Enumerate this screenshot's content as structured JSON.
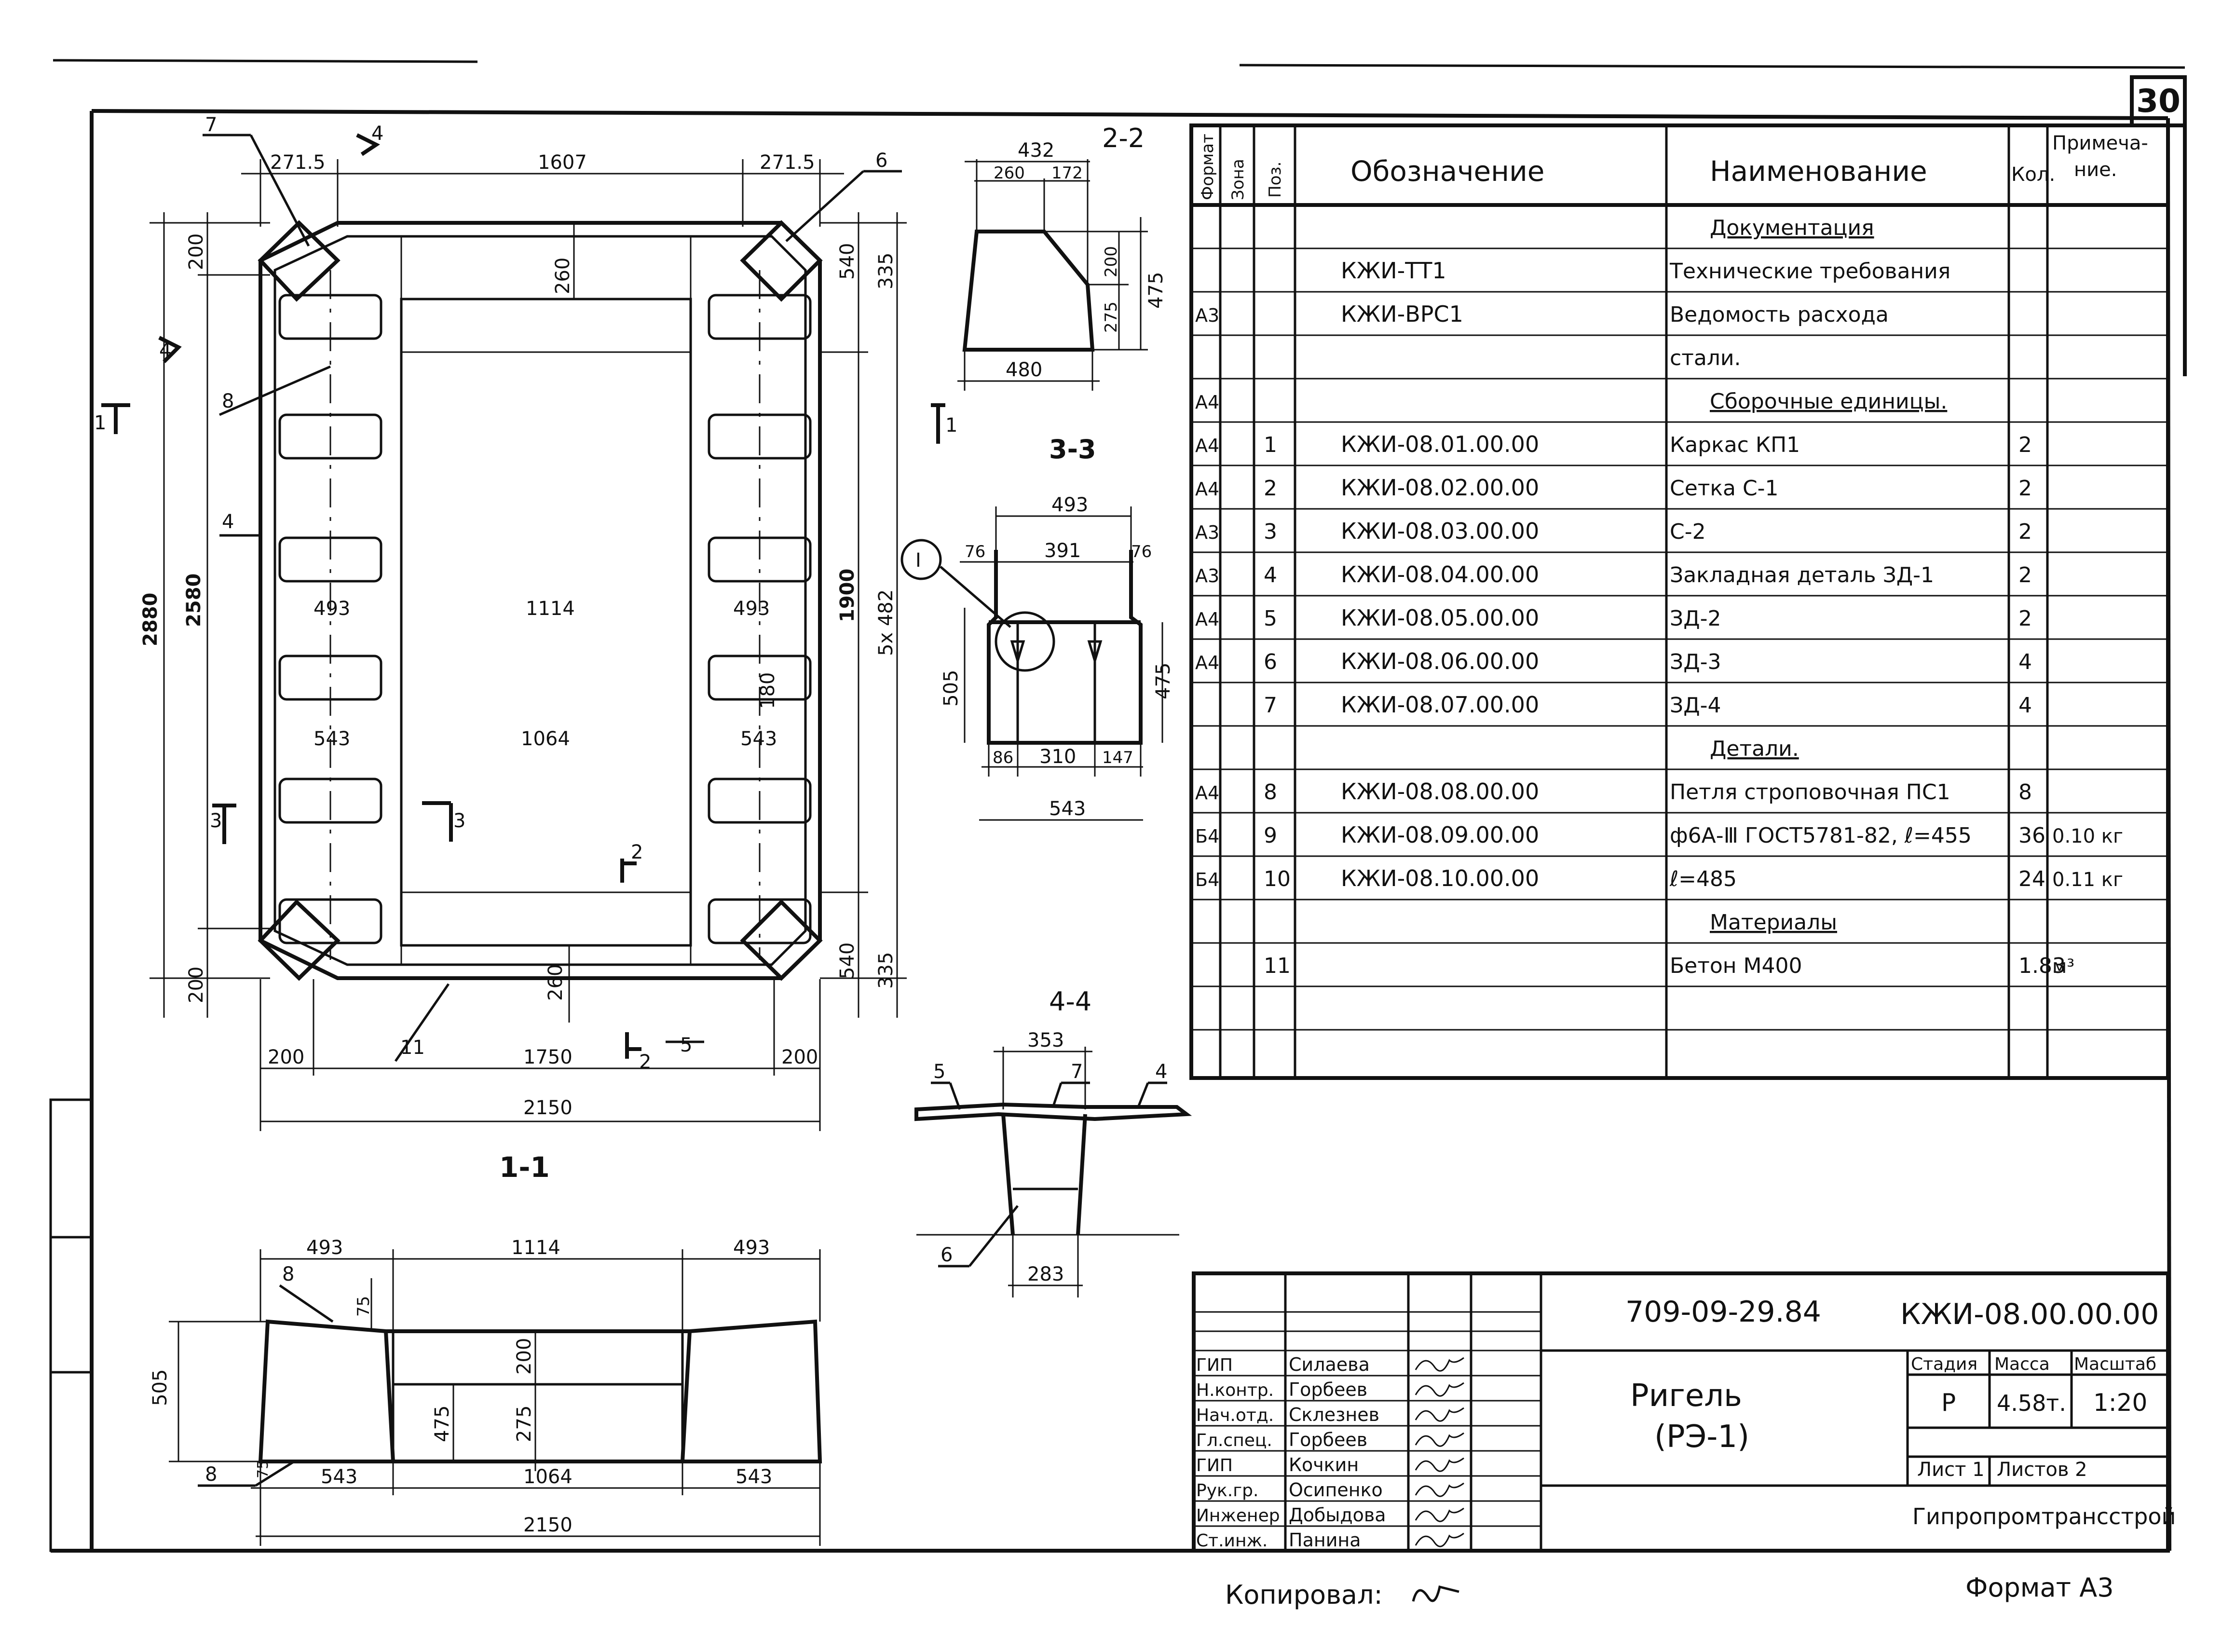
{
  "sheet_number": "30",
  "plan": {
    "dims": [
      "271.5",
      "1607",
      "271.5",
      "200",
      "260",
      "540",
      "335",
      "2880",
      "2580",
      "1900",
      "5x 482",
      "493",
      "1114",
      "493",
      "543",
      "1064",
      "543",
      "180",
      "260",
      "540",
      "335",
      "200",
      "200",
      "1750",
      "200",
      "2150"
    ],
    "positions": [
      "7",
      "6",
      "8",
      "4",
      "11",
      "5"
    ],
    "cut_marks": [
      "4",
      "4",
      "1",
      "1",
      "3",
      "3",
      "2",
      "2"
    ]
  },
  "section_11": {
    "title": "1-1",
    "dims": [
      "493",
      "1114",
      "493",
      "505",
      "75",
      "200",
      "475",
      "275",
      "75",
      "543",
      "1064",
      "543",
      "2150"
    ],
    "positions": [
      "8",
      "8"
    ]
  },
  "section_22": {
    "title": "2-2",
    "dims": [
      "432",
      "260",
      "172",
      "200",
      "475",
      "275",
      "480"
    ]
  },
  "section_33": {
    "title": "3-3",
    "dims": [
      "493",
      "76",
      "391",
      "76",
      "505",
      "475",
      "86",
      "310",
      "147",
      "543"
    ],
    "node": "I"
  },
  "section_44": {
    "title": "4-4",
    "dims": [
      "353",
      "283"
    ],
    "positions": [
      "5",
      "7",
      "4",
      "6"
    ]
  },
  "spec": {
    "headers": [
      "Формат",
      "Зона",
      "Поз.",
      "Обозначение",
      "Наименование",
      "Кол.",
      "Примеча-\nние."
    ],
    "rows": [
      {
        "fmt": "",
        "pos": "",
        "code": "",
        "name": "Документация",
        "qty": "",
        "note": "",
        "section": true
      },
      {
        "fmt": "",
        "pos": "",
        "code": "КЖИ-ТТ1",
        "name": "Технические требования",
        "qty": "",
        "note": ""
      },
      {
        "fmt": "А3",
        "pos": "",
        "code": "КЖИ-ВРС1",
        "name": "Ведомость расхода",
        "qty": "",
        "note": ""
      },
      {
        "fmt": "",
        "pos": "",
        "code": "",
        "name": "стали.",
        "qty": "",
        "note": ""
      },
      {
        "fmt": "А4",
        "pos": "",
        "code": "",
        "name": "Сборочные единицы.",
        "qty": "",
        "note": "",
        "section": true
      },
      {
        "fmt": "А4",
        "pos": "1",
        "code": "КЖИ-08.01.00.00",
        "name": "Каркас КП1",
        "qty": "2",
        "note": ""
      },
      {
        "fmt": "А4",
        "pos": "2",
        "code": "КЖИ-08.02.00.00",
        "name": "Сетка С-1",
        "qty": "2",
        "note": ""
      },
      {
        "fmt": "А3",
        "pos": "3",
        "code": "КЖИ-08.03.00.00",
        "name": "С-2",
        "qty": "2",
        "note": ""
      },
      {
        "fmt": "А3",
        "pos": "4",
        "code": "КЖИ-08.04.00.00",
        "name": "Закладная деталь ЗД-1",
        "qty": "2",
        "note": ""
      },
      {
        "fmt": "А4",
        "pos": "5",
        "code": "КЖИ-08.05.00.00",
        "name": "ЗД-2",
        "qty": "2",
        "note": ""
      },
      {
        "fmt": "А4",
        "pos": "6",
        "code": "КЖИ-08.06.00.00",
        "name": "ЗД-3",
        "qty": "4",
        "note": ""
      },
      {
        "fmt": "",
        "pos": "7",
        "code": "КЖИ-08.07.00.00",
        "name": "ЗД-4",
        "qty": "4",
        "note": ""
      },
      {
        "fmt": "",
        "pos": "",
        "code": "",
        "name": "Детали.",
        "qty": "",
        "note": "",
        "section": true
      },
      {
        "fmt": "А4",
        "pos": "8",
        "code": "КЖИ-08.08.00.00",
        "name": "Петля строповочная ПС1",
        "qty": "8",
        "note": ""
      },
      {
        "fmt": "Б4",
        "pos": "9",
        "code": "КЖИ-08.09.00.00",
        "name": "ф6А-Ⅲ ГОСТ5781-82, ℓ=455",
        "qty": "36",
        "note": "0.10 кг"
      },
      {
        "fmt": "Б4",
        "pos": "10",
        "code": "КЖИ-08.10.00.00",
        "name": "ℓ=485",
        "qty": "24",
        "note": "0.11 кг"
      },
      {
        "fmt": "",
        "pos": "",
        "code": "",
        "name": "Материалы",
        "qty": "",
        "note": "",
        "section": true
      },
      {
        "fmt": "",
        "pos": "11",
        "code": "",
        "name": "Бетон М400",
        "qty": "1.83",
        "note": "м³"
      },
      {
        "fmt": "",
        "pos": "",
        "code": "",
        "name": "",
        "qty": "",
        "note": ""
      },
      {
        "fmt": "",
        "pos": "",
        "code": "",
        "name": "",
        "qty": "",
        "note": ""
      }
    ]
  },
  "title_block": {
    "project_code": "709-09-29.84",
    "doc_code": "КЖИ-08.00.00.00",
    "title_line1": "Ригель",
    "title_line2": "(РЭ-1)",
    "stage_label": "Стадия",
    "mass_label": "Масса",
    "scale_label": "Масштаб",
    "stage": "Р",
    "mass": "4.58т.",
    "scale": "1:20",
    "sheet_label": "Лист 1",
    "sheets_label": "Листов 2",
    "organization": "Гипропромтрансстрой",
    "staff": [
      {
        "role": "ГИП",
        "name": "Силаева"
      },
      {
        "role": "Н.контр.",
        "name": "Горбеев"
      },
      {
        "role": "Нач.отд.",
        "name": "Склезнев"
      },
      {
        "role": "Гл.спец.",
        "name": "Горбеев"
      },
      {
        "role": "ГИП",
        "name": "Кочкин"
      },
      {
        "role": "Рук.гр.",
        "name": "Осипенко"
      },
      {
        "role": "Инженер",
        "name": "Добыдова"
      },
      {
        "role": "Ст.инж.",
        "name": "Панина"
      }
    ]
  },
  "footer": {
    "copied": "Копировал:",
    "format": "Формат А3"
  }
}
